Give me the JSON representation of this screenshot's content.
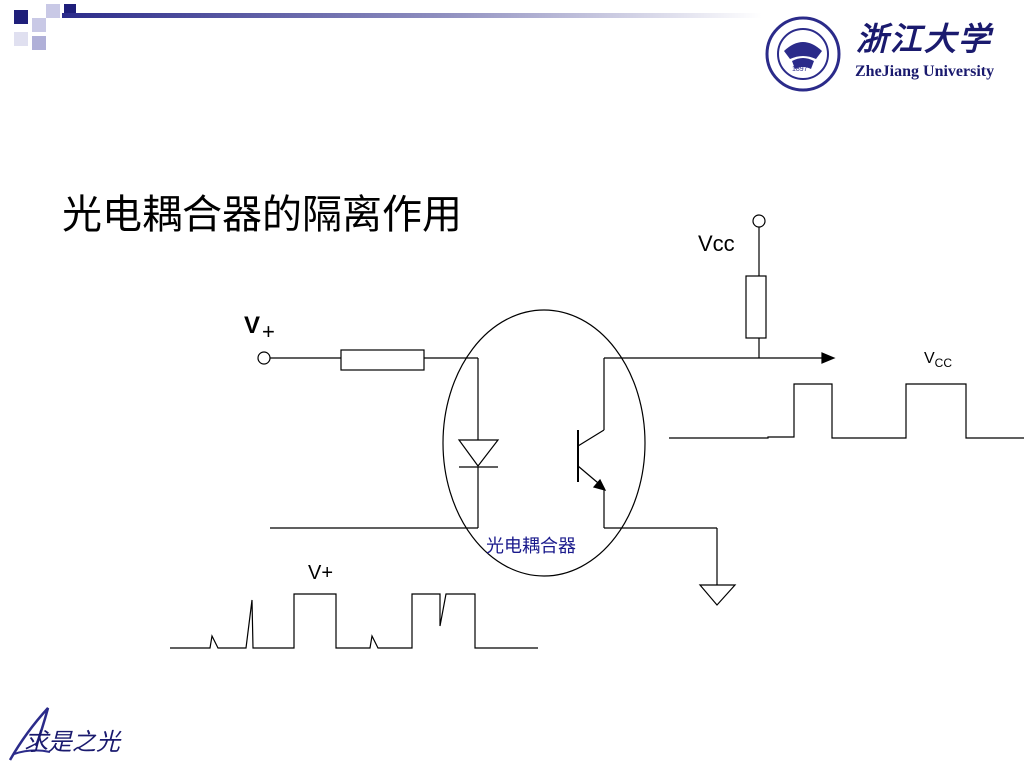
{
  "title": "光电耦合器的隔离作用",
  "header": {
    "university_cn": "浙江大学",
    "university_en": "ZheJiang University",
    "seal_text": "ZHEJIANG UNIVERSITY",
    "seal_year": "1897",
    "accent_color": "#2b2b8a"
  },
  "footer": {
    "logo_text": "求是之光"
  },
  "diagram": {
    "labels": {
      "vcc_top": "Vcc",
      "vplus_main": "V",
      "vplus_main_sub": "+",
      "vcc_out": "V",
      "vcc_out_sub": "CC",
      "vplus_wave": "V+",
      "coupler": "光电耦合器"
    },
    "components": [
      "input-terminal",
      "input-resistor",
      "led-diode",
      "phototransistor",
      "pullup-resistor",
      "vcc-terminal",
      "ground-symbol",
      "output-arrow"
    ],
    "waveforms": {
      "input": "noisy-pulse-train",
      "output": "clean-pulse-train"
    }
  }
}
